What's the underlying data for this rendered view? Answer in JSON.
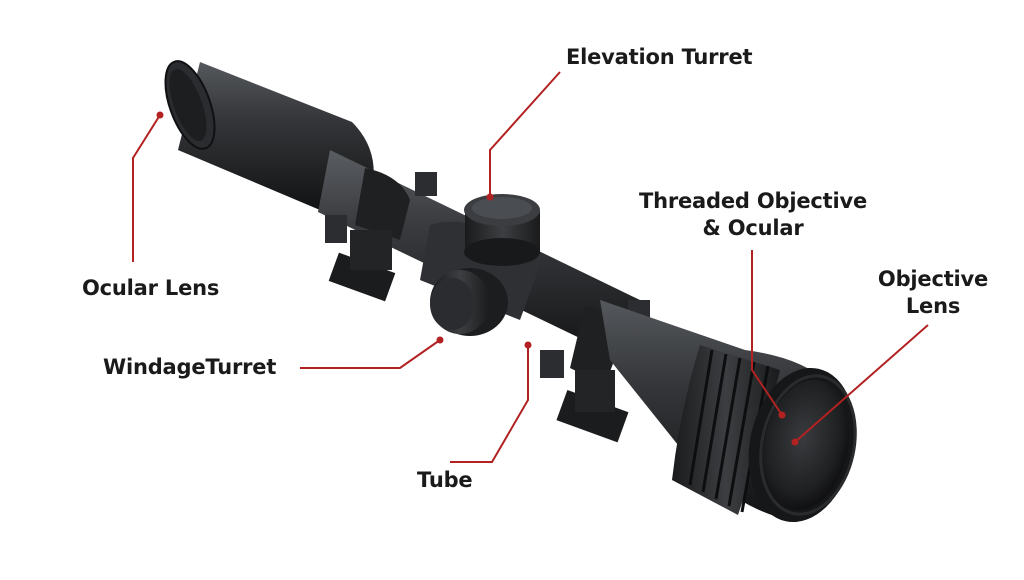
{
  "labels": {
    "elevation_turret": "Elevation Turret",
    "threaded_objective_line1": "Threaded Objective",
    "threaded_objective_line2": "& Ocular",
    "objective_lens_line1": "Objective",
    "objective_lens_line2": "Lens",
    "ocular_lens": "Ocular Lens",
    "windage_turret": "WindageTurret",
    "tube": "Tube"
  },
  "colors": {
    "leader_line": "#b22222",
    "label_text": "#1a1a1a",
    "scope_body": "#2b2d30",
    "background": "#ffffff"
  }
}
